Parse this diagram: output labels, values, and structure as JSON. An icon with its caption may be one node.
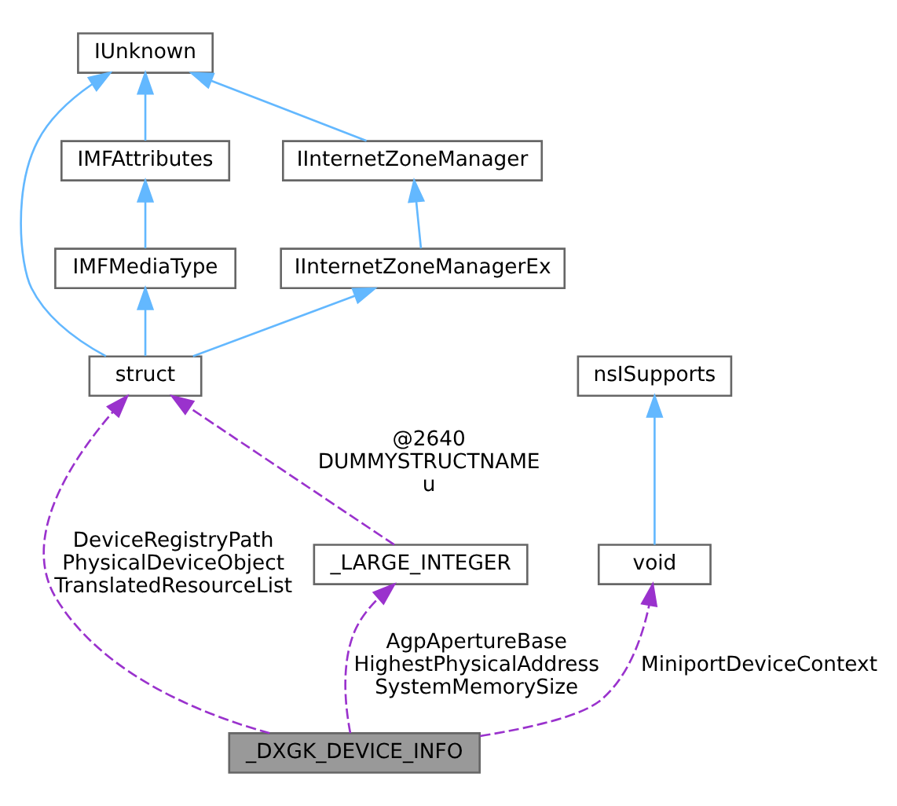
{
  "diagram": {
    "nodes": [
      {
        "text": [
          "IUnknown"
        ]
      },
      {
        "text": [
          "IMFAttributes"
        ]
      },
      {
        "text": [
          "IInternetZoneManager"
        ]
      },
      {
        "text": [
          "IMFMediaType"
        ]
      },
      {
        "text": [
          "IInternetZoneManagerEx"
        ]
      },
      {
        "text": [
          "nsISupports"
        ]
      },
      {
        "text": [
          "struct"
        ]
      },
      {
        "text": [
          "void"
        ]
      },
      {
        "text": [
          "_LARGE_INTEGER"
        ]
      },
      {
        "text": [
          "_DXGK_DEVICE_INFO"
        ]
      }
    ],
    "edges": [
      {
        "from": 1,
        "to": 0,
        "arrow": "to"
      },
      {
        "from": 2,
        "to": 0,
        "arrow": "to"
      },
      {
        "from": 3,
        "to": 1,
        "arrow": "to"
      },
      {
        "from": 4,
        "to": 2,
        "arrow": "to"
      },
      {
        "from": 6,
        "to": 0,
        "arrow": "to"
      },
      {
        "from": 6,
        "to": 3,
        "arrow": "to"
      },
      {
        "from": 6,
        "to": 4,
        "arrow": "to"
      },
      {
        "from": 7,
        "to": 5,
        "arrow": "to"
      },
      {
        "from": 8,
        "to": 6,
        "arrow": "to",
        "label": "@2640 DUMMYSTRUCTNAME u",
        "style": "dashed",
        "color": "#9a32cd"
      },
      {
        "from": 9,
        "to": 7,
        "arrow": "to",
        "label": "MiniportDeviceContext",
        "style": "dashed",
        "color": "#9a32cd"
      },
      {
        "from": 9,
        "to": 6,
        "arrow": "to",
        "label": "DeviceRegistryPath PhysicalDeviceObject TranslatedResourceList",
        "style": "dashed",
        "color": "#9a32cd"
      },
      {
        "from": 9,
        "to": 8,
        "arrow": "to",
        "label": "AgpApertureBase HighestPhysicalAddress SystemMemorySize",
        "style": "dashed",
        "color": "#9a32cd"
      }
    ]
  }
}
